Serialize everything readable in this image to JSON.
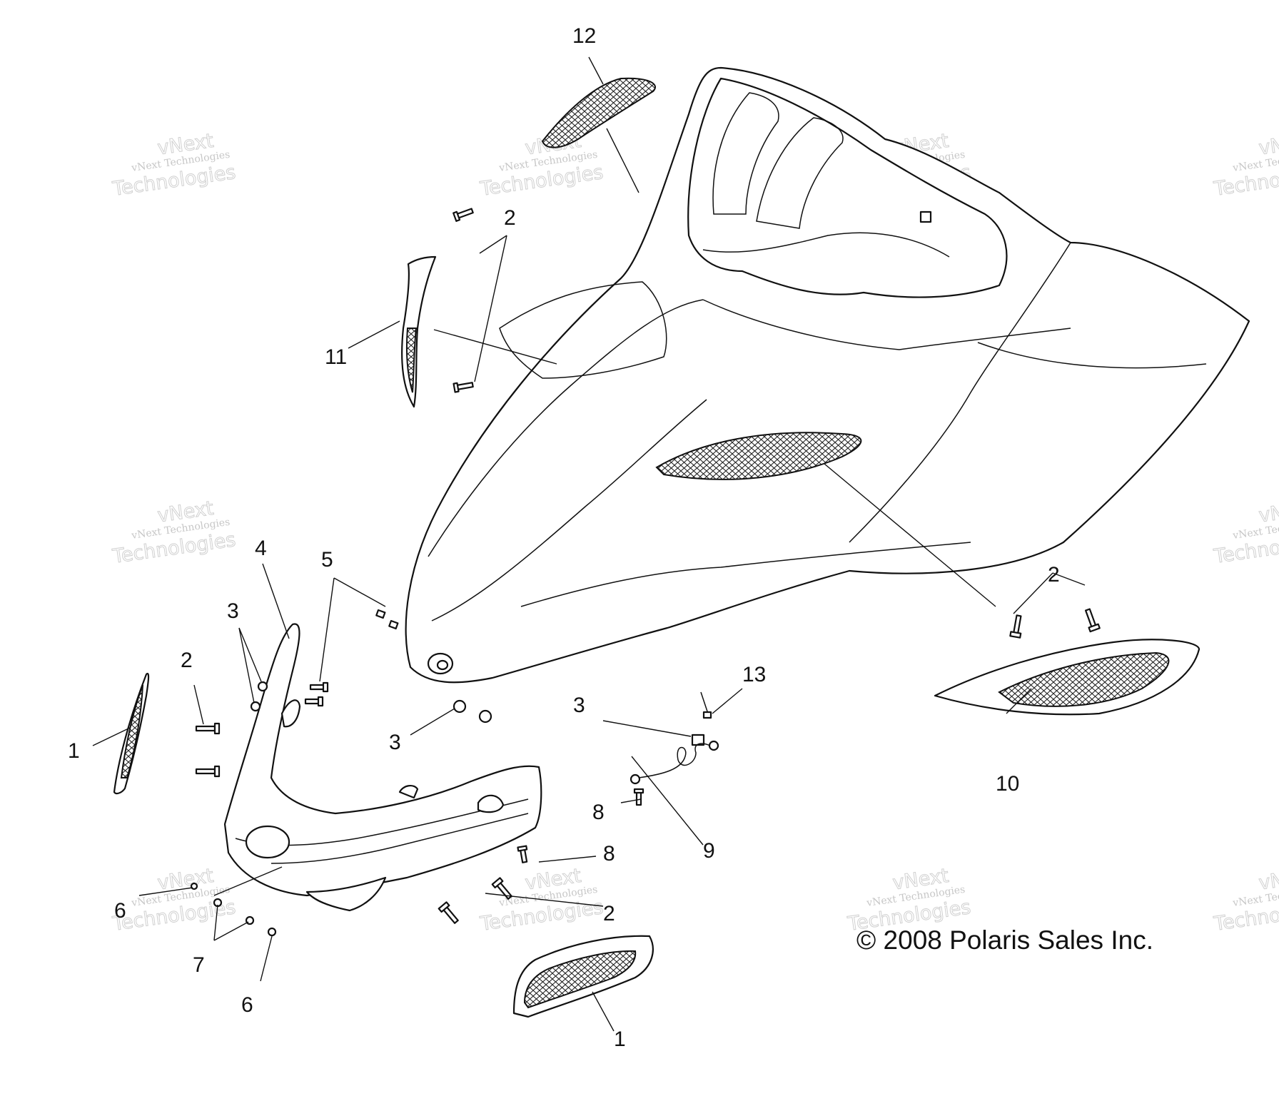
{
  "diagram": {
    "copyright": "© 2008 Polaris Sales Inc.",
    "watermark": {
      "line1": "vNext Technologies",
      "line2": "vNext",
      "line3": "Technologies"
    },
    "callouts": {
      "c12": "12",
      "c2_top": "2",
      "c11": "11",
      "c4": "4",
      "c5": "5",
      "c3_left": "3",
      "c2_left": "2",
      "c1_left": "1",
      "c3_mid": "3",
      "c3_right": "3",
      "c13": "13",
      "c8_upper": "8",
      "c8_lower": "8",
      "c9": "9",
      "c2_right": "2",
      "c10": "10",
      "c6_left": "6",
      "c7": "7",
      "c6_bottom": "6",
      "c2_bottom": "2",
      "c1_bottom": "1"
    }
  }
}
